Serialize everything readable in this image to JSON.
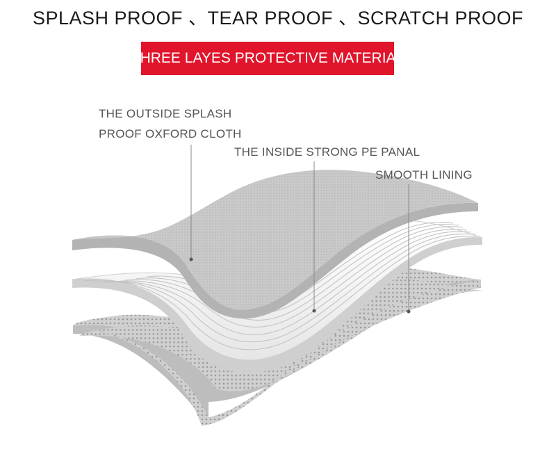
{
  "headline": "SPLASH PROOF 、TEAR PROOF 、SCRATCH PROOF",
  "banner": {
    "text": "THREE LAYES PROTECTIVE MATERIAL",
    "color": "#e0142b"
  },
  "layers": [
    {
      "label_line1": "THE OUTSIDE SPLASH",
      "label_line2": "PROOF OXFORD CLOTH",
      "pattern": "fine-dots",
      "color": "#c9c9c9"
    },
    {
      "label": "THE INSIDE STRONG PE PANAL",
      "pattern": "stripes",
      "color": "#f4f4f4"
    },
    {
      "label": "SMOOTH LINING",
      "pattern": "mesh",
      "color": "#d0d0d0"
    }
  ],
  "colors": {
    "text": "#1a1a1a",
    "label": "#555555",
    "leader": "#888888"
  }
}
